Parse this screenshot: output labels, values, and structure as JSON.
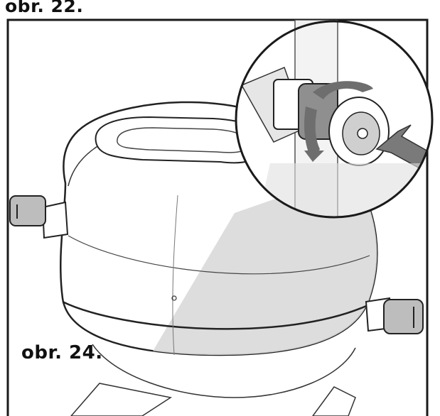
{
  "figure": {
    "label_top": "obr. 22.",
    "label_bottom": "obr. 24."
  },
  "icons": {
    "main": "filter-canister-illustration",
    "detail": "magnified-valve-detail",
    "arrows": [
      "rotation-arrow-icon",
      "push-arrow-icon"
    ]
  },
  "colors": {
    "outline": "#2b2b2b",
    "shade": "#d9d9d9",
    "background": "#ffffff"
  }
}
